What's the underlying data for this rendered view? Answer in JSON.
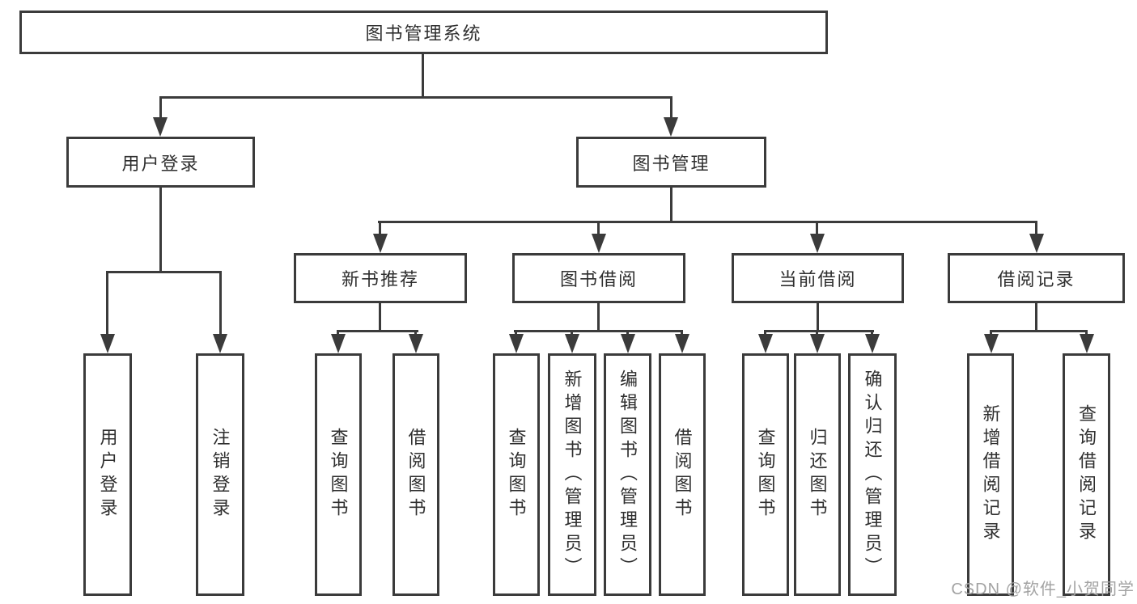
{
  "title": "图书管理系统",
  "watermark": "CSDN @软件_小贺同学",
  "colors": {
    "line": "#3b3b3b",
    "border": "#3b3b3b",
    "text": "#2f2f2f",
    "watermark": "#a3a3a3",
    "background": "#ffffff"
  },
  "nodes": {
    "level2": [
      {
        "label": "用户登录"
      },
      {
        "label": "图书管理"
      }
    ],
    "level3": [
      {
        "label": "新书推荐"
      },
      {
        "label": "图书借阅"
      },
      {
        "label": "当前借阅"
      },
      {
        "label": "借阅记录"
      }
    ],
    "leaves": {
      "login": [
        "用户登录",
        "注销登录"
      ],
      "recommend": [
        "查询图书",
        "借阅图书"
      ],
      "borrow": [
        "查询图书",
        "新增图书（管理员）",
        "编辑图书（管理员）",
        "借阅图书"
      ],
      "current": [
        "查询图书",
        "归还图书",
        "确认归还（管理员）"
      ],
      "records": [
        "新增借阅记录",
        "查询借阅记录"
      ]
    }
  }
}
